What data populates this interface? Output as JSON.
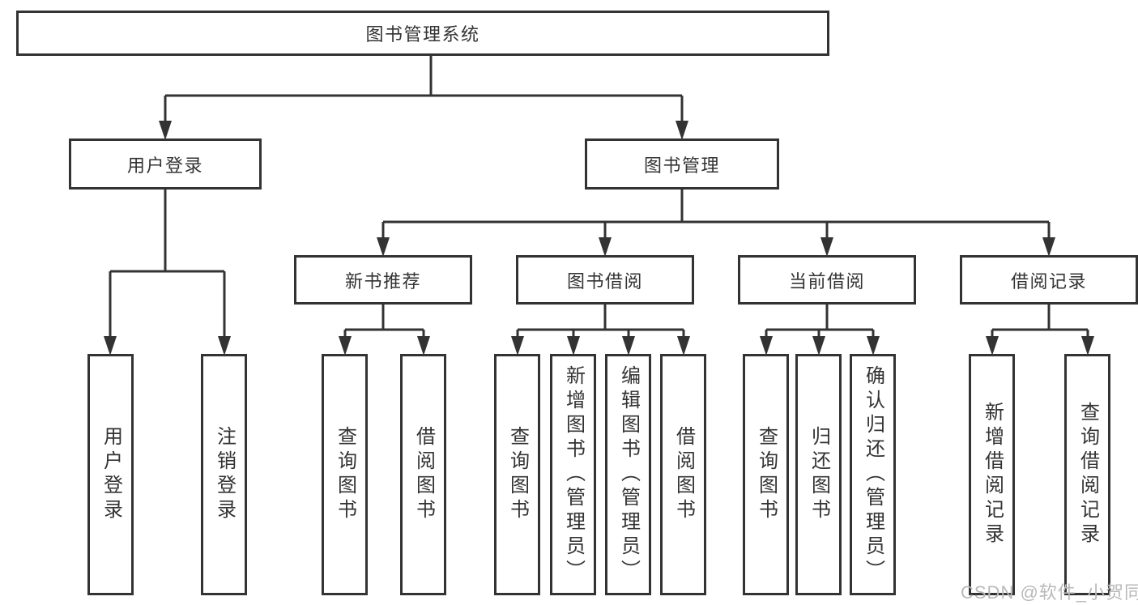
{
  "diagram": {
    "root": {
      "label": "图书管理系统"
    },
    "level2": [
      {
        "label": "用户登录"
      },
      {
        "label": "图书管理"
      }
    ],
    "level3": [
      {
        "label": "新书推荐"
      },
      {
        "label": "图书借阅"
      },
      {
        "label": "当前借阅"
      },
      {
        "label": "借阅记录"
      }
    ],
    "leaves": {
      "user_login": [
        "用户登录",
        "注销登录"
      ],
      "new_book_recommend": [
        "查询图书",
        "借阅图书"
      ],
      "book_borrowing": [
        "查询图书",
        "新增图书（管理员）",
        "编辑图书（管理员）",
        "借阅图书"
      ],
      "current_borrowing": [
        "查询图书",
        "归还图书",
        "确认归还（管理员）"
      ],
      "borrow_records": [
        "新增借阅记录",
        "查询借阅记录"
      ]
    }
  },
  "watermark": {
    "text": "CSDN @软件_小贺同学"
  },
  "colors": {
    "line": "#333333",
    "text": "#333333",
    "watermark": "#b9b9b9",
    "background": "#ffffff"
  }
}
